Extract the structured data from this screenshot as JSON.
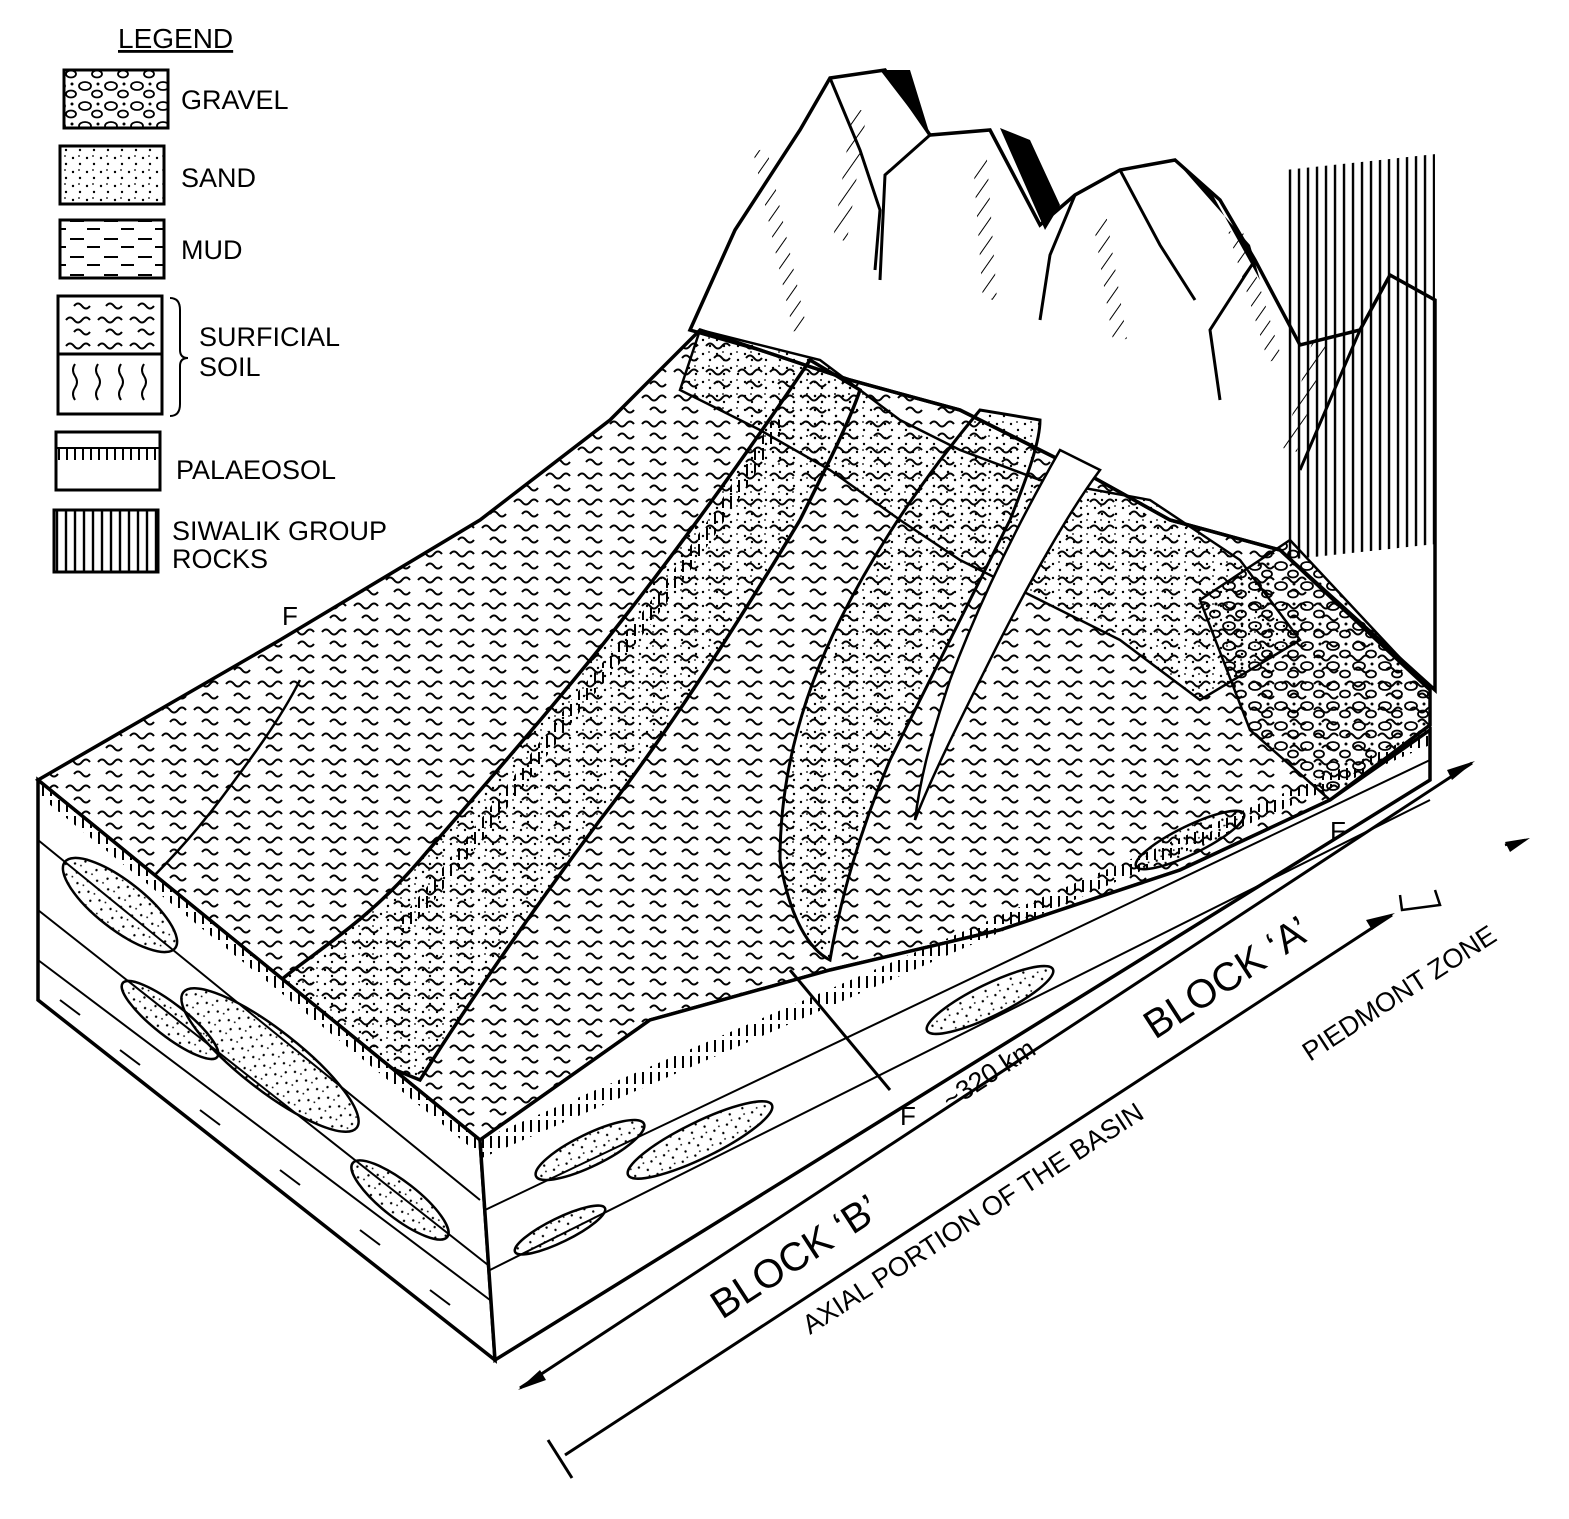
{
  "legend": {
    "title": "LEGEND",
    "items": {
      "gravel": "GRAVEL",
      "sand": "SAND",
      "mud": "MUD",
      "soil_1": "SURFICIAL",
      "soil_2": "SOIL",
      "palaeosol": "PALAEOSOL",
      "siwalik_1": "SIWALIK GROUP",
      "siwalik_2": "ROCKS"
    }
  },
  "labels": {
    "fault": "F",
    "block_a": "BLOCK ‘A’",
    "block_b": "BLOCK ‘B’",
    "distance": "~320 km",
    "axial": "AXIAL PORTION OF THE BASIN",
    "piedmont": "PIEDMONT ZONE"
  },
  "colors": {
    "ink": "#000000",
    "paper": "#ffffff",
    "sand": "#f4f4f4"
  }
}
